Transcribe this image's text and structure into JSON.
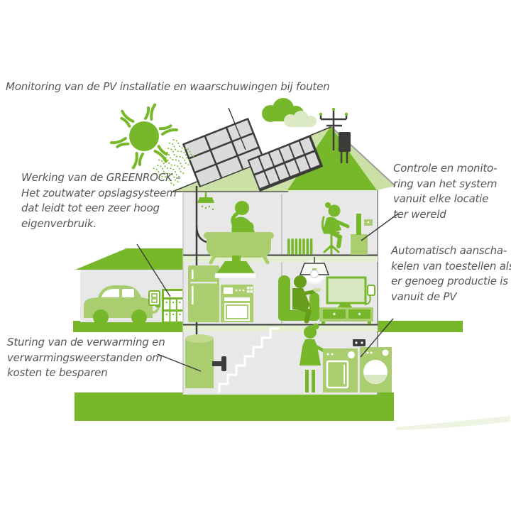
{
  "annotations": {
    "monitoring": "Monitoring van de PV installatie en waarschuwingen bij fouten",
    "greenrock": "Werking van de GREENROCK –\nHet zoutwater opslagsysteem\ndat leidt tot een zeer hoog\neigenverbruik.",
    "heating": "Sturing van de verwarming en\nverwarmingsweerstanden om\nkosten te besparen",
    "remote_control": "Controle en monito-\nring van het system\nvanuit elke locatie\nter wereld",
    "auto_switching": "Automatisch aanscha-\nkelen van toestellen als\ner genoeg productie is\nvanuit de PV"
  },
  "colors": {
    "brand_green": "#76B82A",
    "light_green": "#A9CD6F",
    "pale_green": "#D9E6C2",
    "roof_light_green": "#CBE0A4",
    "wall_gray": "#E8E8E8",
    "outline_dark": "#3C3C3B",
    "text_gray": "#575756"
  },
  "scene": {
    "icons": [
      "sun-icon",
      "heat-waves-icon",
      "cloud-icon",
      "solar-panel-icon",
      "power-pole-icon",
      "inverter-box-icon",
      "shower-person-icon",
      "bathtub-icon",
      "radiator-icon",
      "desk-worker-icon",
      "computer-icon",
      "fridge-icon",
      "extractor-hood-icon",
      "oven-icon",
      "pendant-lamp-icon",
      "armchair-person-icon",
      "tv-icon",
      "tv-cabinet-icon",
      "stairs-icon",
      "storage-tank-icon",
      "laundry-person-icon",
      "dryer-icon",
      "washing-machine-icon",
      "wall-socket-icon",
      "electric-car-icon",
      "charging-cable-icon",
      "battery-storage-icon",
      "ground-icon"
    ]
  }
}
